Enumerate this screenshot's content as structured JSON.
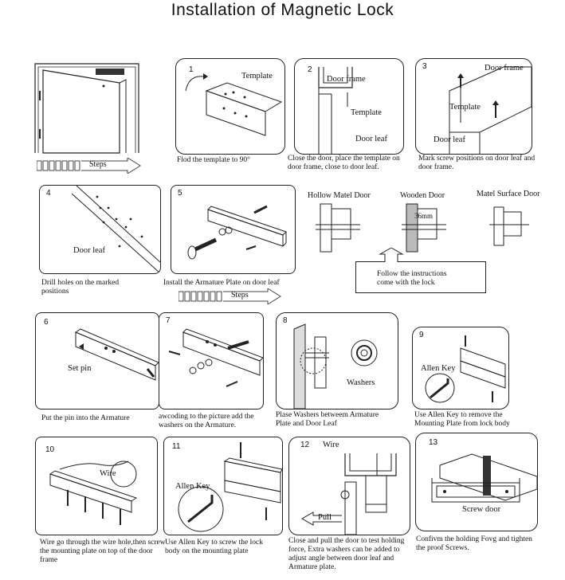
{
  "title": "Installation of Magnetic Lock",
  "steps_label": "Steps",
  "panels": {
    "p1": {
      "num": "1",
      "label": "Template",
      "caption": "Flod the template to 90°"
    },
    "p2": {
      "num": "2",
      "label_a": "Door frame",
      "label_b": "Template",
      "label_c": "Door leaf",
      "caption": "Close the door, place the template on door frame, close to door leaf."
    },
    "p3": {
      "num": "3",
      "label_a": "Door frame",
      "label_b": "Template",
      "label_c": "Door leaf",
      "caption": "Mark screw positions on door leaf and door frame."
    },
    "p4": {
      "num": "4",
      "label": "Door leaf",
      "caption": "Drill holes on the marked positions"
    },
    "p5": {
      "num": "5",
      "caption": "Install the Armature Plate on door leaf"
    },
    "p6": {
      "num": "6",
      "label": "Set pin",
      "caption": "Put the pin into the Armature"
    },
    "p7": {
      "num": "7",
      "caption": "awcoding to the picture add the washers on the Armature."
    },
    "p8": {
      "num": "8",
      "label": "Washers",
      "caption": "Plase Washers betweem Armature Plate and Door Leaf"
    },
    "p9": {
      "num": "9",
      "label": "Allen Key",
      "caption": "Use Allen Key to remove the Mounting Plate from lock body"
    },
    "p10": {
      "num": "10",
      "label": "Wire",
      "caption": "Wire go through the wire hole,then screw the mounting plate on top of the door frame"
    },
    "p11": {
      "num": "11",
      "label": "Allen Key",
      "caption": "Use Allen Key to screw the lock body on the mounting plate"
    },
    "p12": {
      "num": "12",
      "label_a": "Wire",
      "label_b": "Pull",
      "caption": "Close and pull the door to test holding force, Extra washers can be added to adjust angle between door leaf and Armature plate."
    },
    "p13": {
      "num": "13",
      "label": "Screw door",
      "caption": "Confivm the holding Fovg and tighten the proof Screws."
    }
  },
  "door_types": {
    "hollow": "Hollow Matel Door",
    "wooden": "Wooden Door",
    "surface": "Matel Surface Door",
    "dimension": "36mm"
  },
  "note": "Follow the instructions come with the lock"
}
